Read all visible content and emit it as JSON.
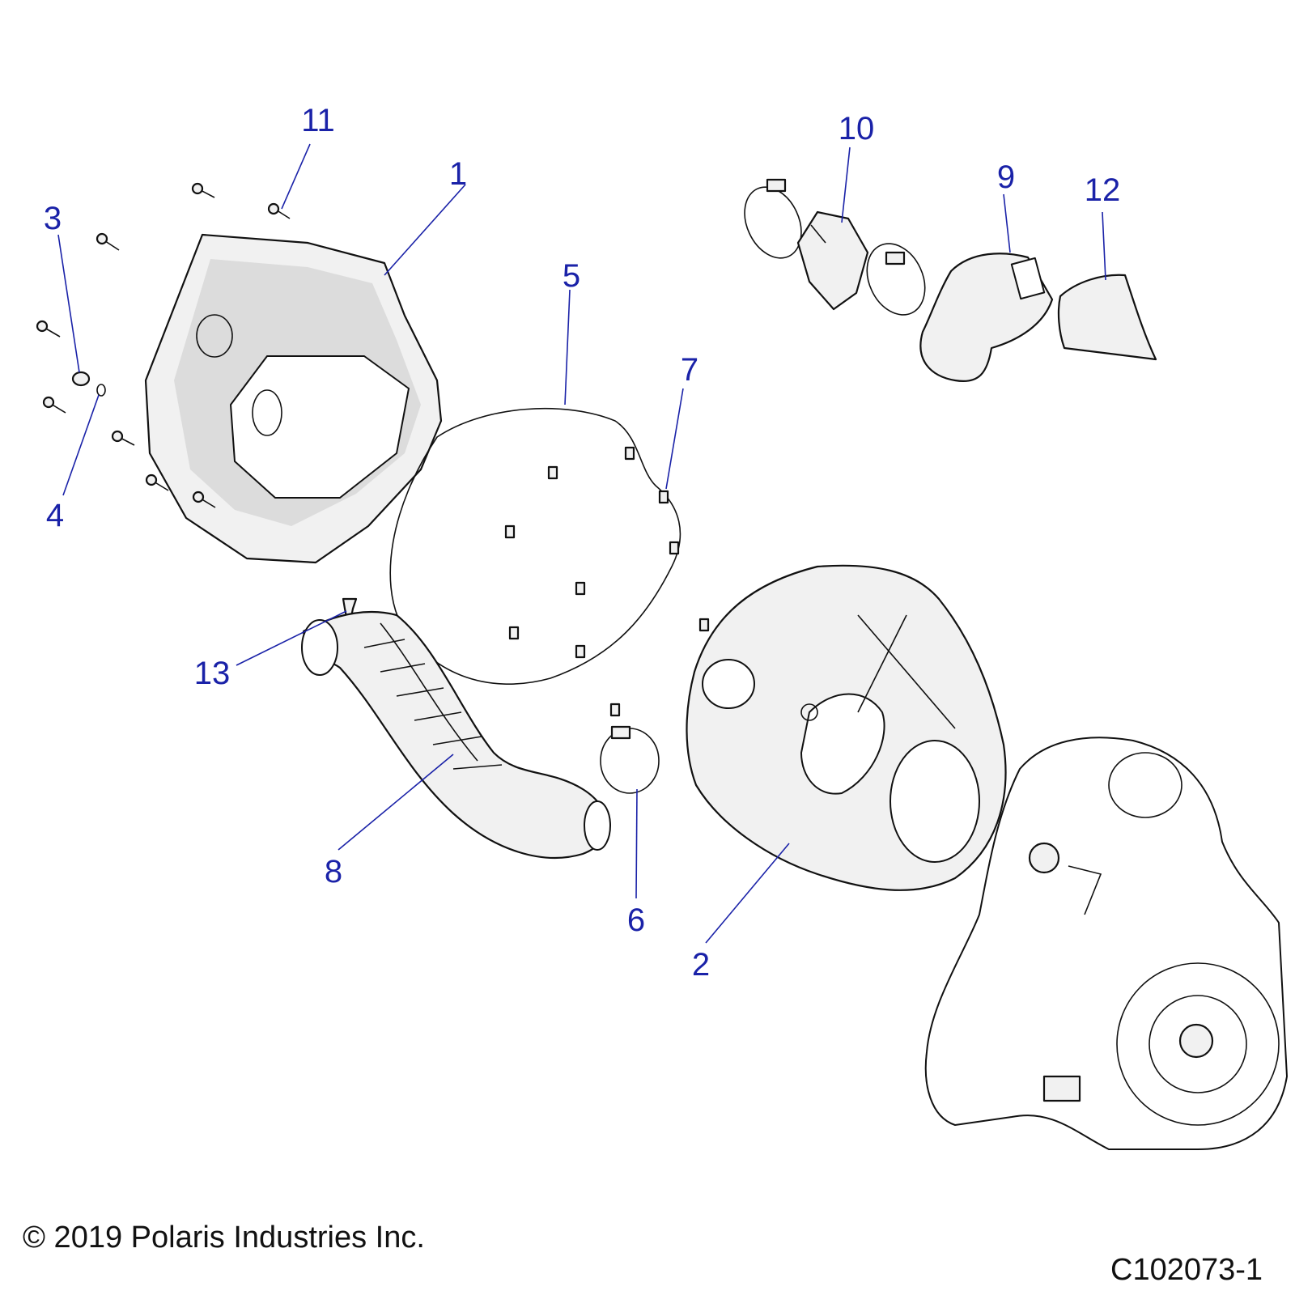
{
  "callouts": [
    {
      "id": "1",
      "label": "1"
    },
    {
      "id": "2",
      "label": "2"
    },
    {
      "id": "3",
      "label": "3"
    },
    {
      "id": "4",
      "label": "4"
    },
    {
      "id": "5",
      "label": "5"
    },
    {
      "id": "6",
      "label": "6"
    },
    {
      "id": "7",
      "label": "7"
    },
    {
      "id": "8",
      "label": "8"
    },
    {
      "id": "9",
      "label": "9"
    },
    {
      "id": "10",
      "label": "10"
    },
    {
      "id": "11",
      "label": "11"
    },
    {
      "id": "12",
      "label": "12"
    },
    {
      "id": "13",
      "label": "13"
    }
  ],
  "footer": {
    "copyright": "© 2019 Polaris Industries Inc.",
    "figure_id": "C102073-1"
  },
  "colors": {
    "callout": "#1a22a8",
    "line": "#111111"
  }
}
